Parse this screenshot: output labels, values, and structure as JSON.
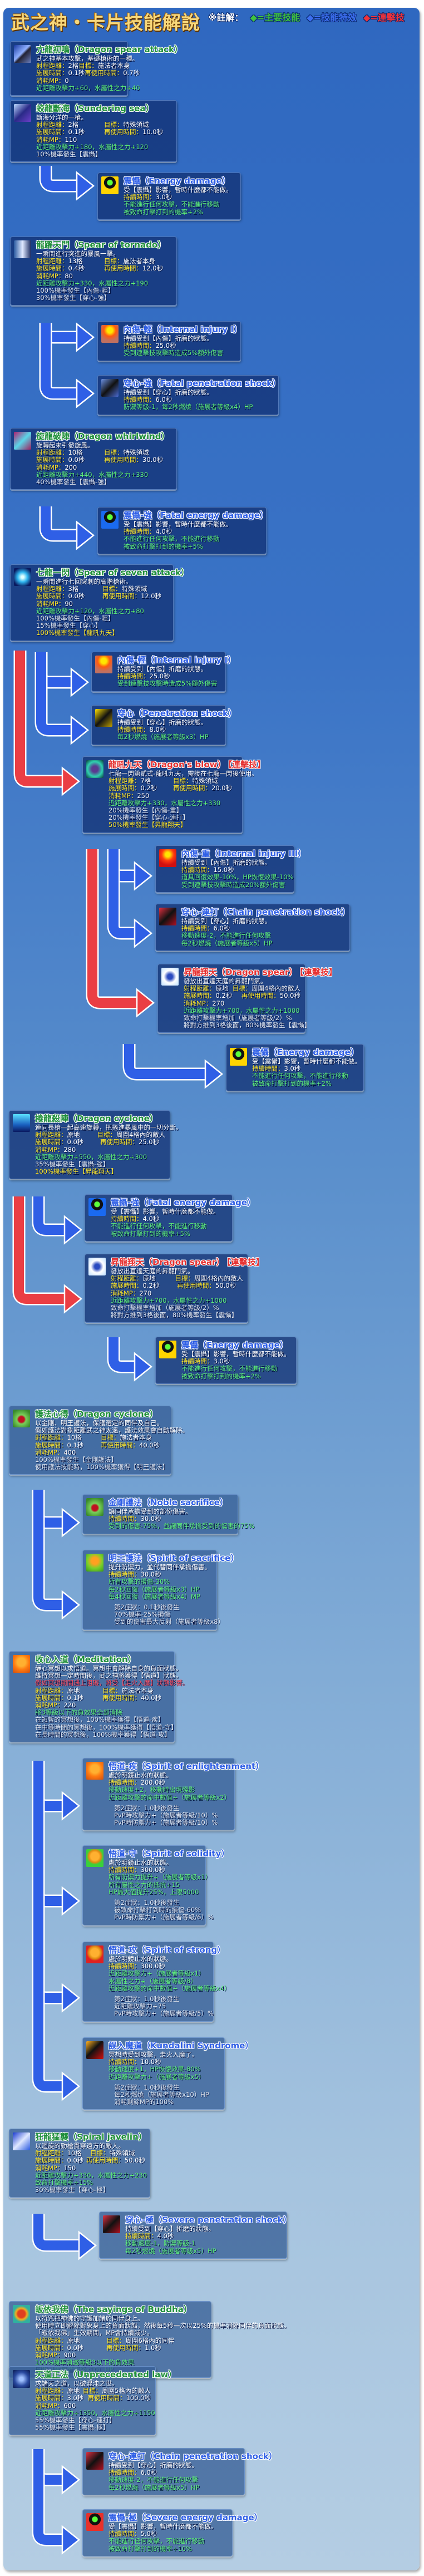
{
  "header": {
    "title": "武之神・卡片技能解說",
    "legend": {
      "prefix": "※註解：",
      "main": "◆=主要技能",
      "effect": "◆=技能特效",
      "combo": "◆=連擊技"
    }
  },
  "colors": {
    "main": "#1f8f3a",
    "effect": "#2f5fe6",
    "combo": "#e63030",
    "label": "#ffe82a",
    "bonus": "#5ff07a"
  },
  "labels": {
    "range": "射程距離：",
    "target": "目標：",
    "cast": "施展時間：",
    "cooldown": "再使用時間：",
    "mp": "消耗MP：",
    "duration": "持續時間："
  },
  "cards": [
    {
      "id": "c1",
      "type": "main",
      "icon": "dragon-spear-attack-icon",
      "title": "亢龍初鳴（Dragon spear attack）",
      "desc": [
        "武之神基本攻擊，基礎槍術的一種。"
      ],
      "range": "2格",
      "target": "施法者本身",
      "cast": "0.1秒",
      "cooldown": "0.7秒",
      "mp": "0",
      "bonus": [
        "近距離攻擊力+60，水屬性之力+40"
      ],
      "effects": []
    },
    {
      "id": "c2",
      "type": "main",
      "icon": "sundering-sea-icon",
      "title": "蛟龍斷海（Sundering sea）",
      "desc": [
        "斷海分洋的一槍。"
      ],
      "range": "2格",
      "target": "特殊領域",
      "cast": "0.1秒",
      "cooldown": "10.0秒",
      "mp": "110",
      "bonus": [
        "近距離攻擊力+180，水屬性之力+120"
      ],
      "effects": [
        "10%機率發生【震懾】"
      ]
    },
    {
      "id": "c3",
      "type": "effect",
      "icon": "energy-damage-icon",
      "title": "震懾（Energy damage）",
      "desc": [
        "受【震懾】影響，暫時什麼都不能做。"
      ],
      "duration": "3.0秒",
      "bonus": [
        "不能進行任何攻擊，不能進行移動",
        "被致命打擊打到的機率+2%"
      ]
    },
    {
      "id": "c4",
      "type": "main",
      "icon": "spear-of-tornado-icon",
      "title": "龍躍天門（Spear of tornado）",
      "desc": [
        "一瞬間進行突進的暴風一擊。"
      ],
      "range": "13格",
      "target": "施法者本身",
      "cast": "0.4秒",
      "cooldown": "12.0秒",
      "mp": "80",
      "bonus": [
        "近距離攻擊力+330，水屬性之力+190"
      ],
      "effects": [
        "100%機率發生【內傷-輕】",
        "30%機率發生【穿心-強】"
      ]
    },
    {
      "id": "c5",
      "type": "effect",
      "icon": "internal-injury-icon",
      "title": "內傷-輕（Internal injury I）",
      "desc": [
        "持續受到【內傷】折磨的狀態。"
      ],
      "duration": "25.0秒",
      "bonus": [
        "受到連擊技攻擊時造成5%額外傷害"
      ]
    },
    {
      "id": "c6",
      "type": "effect",
      "icon": "fatal-penetration-icon",
      "title": "穿心-強（Fatal penetration shock）",
      "desc": [
        "持續受到【穿心】折磨的狀態。"
      ],
      "duration": "6.0秒",
      "bonus": [
        "防禦等級-1，每2秒燃燒（施展者等級x4）HP"
      ]
    },
    {
      "id": "c7",
      "type": "main",
      "icon": "dragon-whirlwind-icon",
      "title": "旋龍破陣（Dragon whirlwind）",
      "desc": [
        "旋轉起來引發旋風。"
      ],
      "range": "10格",
      "target": "特殊領域",
      "cast": "0.0秒",
      "cooldown": "30.0秒",
      "mp": "200",
      "bonus": [
        "近距離攻擊力+440，水屬性之力+330"
      ],
      "effects": [
        "40%機率發生【震懾-強】"
      ]
    },
    {
      "id": "c8",
      "type": "effect",
      "icon": "fatal-energy-damage-icon",
      "title": "震懾-強（Fatal energy damage）",
      "desc": [
        "受【震懾】影響，暫時什麼都不能做。"
      ],
      "duration": "4.0秒",
      "bonus": [
        "不能進行任何攻擊，不能進行移動",
        "被致命打擊打到的機率+5%"
      ]
    },
    {
      "id": "c9",
      "type": "main",
      "icon": "spear-of-seven-icon",
      "title": "七龍一閃（Spear of seven attack）",
      "desc": [
        "一瞬間進行七回突刺的高階槍術。"
      ],
      "range": "3格",
      "target": "特殊領域",
      "cast": "0.0秒",
      "cooldown": "12.0秒",
      "mp": "90",
      "bonus": [
        "近距離攻擊力+120，水屬性之力+80"
      ],
      "effects": [
        "100%機率發生【內傷-輕】",
        "15%機率發生【穿心】"
      ],
      "combo_effects": [
        "100%機率發生【龍吼九天】"
      ]
    },
    {
      "id": "c10",
      "type": "effect",
      "icon": "internal-injury-icon",
      "title": "內傷-輕（Internal injury I）",
      "desc": [
        "持續受到【內傷】折磨的狀態。"
      ],
      "duration": "25.0秒",
      "bonus": [
        "受到連擊技攻擊時造成5%額外傷害"
      ]
    },
    {
      "id": "c11",
      "type": "effect",
      "icon": "penetration-shock-icon",
      "title": "穿心（Penetration shock）",
      "desc": [
        "持續受到【穿心】折磨的狀態。"
      ],
      "duration": "8.0秒",
      "bonus": [
        "每2秒燃燒（施展者等級x3）HP"
      ]
    },
    {
      "id": "c12",
      "type": "combo",
      "icon": "dragons-blow-icon",
      "title": "龍吼九天（Dragon's blow）",
      "tag": "【連擊技】",
      "desc": [
        "七龍一閃第貳式-龍吼九天，需接在七龍一閃後使用。"
      ],
      "range": "7格",
      "target": "特殊領域",
      "cast": "0.2秒",
      "cooldown": "20.0秒",
      "mp": "250",
      "bonus": [
        "近距離攻擊力+330，水屬性之力+330"
      ],
      "effects": [
        "20%機率發生【內傷-重】",
        "20%機率發生【穿心-連打】"
      ],
      "combo_effects": [
        "50%機率發生【昇龍翔天】"
      ]
    },
    {
      "id": "c13",
      "type": "effect",
      "icon": "internal-injury-3-icon",
      "title": "內傷-重（Internal injury III）",
      "desc": [
        "持續受到【內傷】折磨的狀態。"
      ],
      "duration": "15.0秒",
      "bonus": [
        "道具回復效果-10%，HP恢復效果-10%",
        "受到連擊技攻擊時造成20%額外傷害"
      ]
    },
    {
      "id": "c14",
      "type": "effect",
      "icon": "chain-penetration-icon",
      "title": "穿心-連打（Chain penetration shock）",
      "desc": [
        "持續受到【穿心】折磨的狀態。"
      ],
      "duration": "6.0秒",
      "bonus": [
        "移動速度-2，不能進行任何攻擊",
        "每2秒燃燒（施展者等級x5）HP"
      ]
    },
    {
      "id": "c15",
      "type": "combo",
      "icon": "dragon-spear-icon",
      "title": "昇龍翔天（Dragon spear）",
      "tag": "【連擊技】",
      "desc": [
        "發放出直達天庭的昇龍鬥氣。"
      ],
      "range": "原地",
      "target": "周圍4格內的敵人",
      "cast": "0.2秒",
      "cooldown": "50.0秒",
      "mp": "270",
      "bonus": [
        "近距離攻擊力+700，水屬性之力+1000"
      ],
      "effects": [
        "致命打擊機率增加（施展者等級/2）%",
        "將對方推到3格後面，80%機率發生【震懾】"
      ]
    },
    {
      "id": "c16",
      "type": "effect",
      "icon": "energy-damage-icon",
      "title": "震懾（Energy damage）",
      "desc": [
        "受【震懾】影響，暫時什麼都不能做。"
      ],
      "duration": "3.0秒",
      "bonus": [
        "不能進行任何攻擊，不能進行移動",
        "被致命打擊打到的機率+2%"
      ]
    },
    {
      "id": "c17",
      "type": "main",
      "icon": "dragon-cyclone-icon",
      "title": "捲龍殺陣（Dragon cyclone）",
      "desc": [
        "連同長槍一起高速旋轉，把捲進暴風中的一切分斷。"
      ],
      "range": "原地",
      "target": "周圍4格內的敵人",
      "cast": "0.0秒",
      "cooldown": "25.0秒",
      "mp": "280",
      "bonus": [
        "近距離攻擊力+550，水屬性之力+300"
      ],
      "effects": [
        "35%機率發生【震懾-強】"
      ],
      "combo_effects": [
        "100%機率發生【昇龍翔天】"
      ]
    },
    {
      "id": "c18",
      "type": "effect",
      "icon": "fatal-energy-damage-icon",
      "title": "震懾-強（Fatal energy damage）",
      "desc": [
        "受【震懾】影響，暫時什麼都不能做。"
      ],
      "duration": "4.0秒",
      "bonus": [
        "不能進行任何攻擊，不能進行移動",
        "被致命打擊打到的機率+5%"
      ]
    },
    {
      "id": "c19",
      "type": "combo",
      "icon": "dragon-spear-icon",
      "title": "昇龍翔天（Dragon spear）",
      "tag": "【連擊技】",
      "desc": [
        "發放出直達天庭的昇龍鬥氣。"
      ],
      "range": "原地",
      "target": "周圍4格內的敵人",
      "cast": "0.2秒",
      "cooldown": "50.0秒",
      "mp": "270",
      "bonus": [
        "近距離攻擊力+700，水屬性之力+1000"
      ],
      "effects": [
        "致命打擊機率增加（施展者等級/2）%",
        "將對方推到3格後面，80%機率發生【震懾】"
      ]
    },
    {
      "id": "c20",
      "type": "effect",
      "icon": "energy-damage-icon",
      "title": "震懾（Energy damage）",
      "desc": [
        "受【震懾】影響，暫時什麼都不能做。"
      ],
      "duration": "3.0秒",
      "bonus": [
        "不能進行任何攻擊，不能進行移動",
        "被致命打擊打到的機率+2%"
      ]
    },
    {
      "id": "c21",
      "type": "main",
      "icon": "protection-icon",
      "title": "護法心得（Dragon cyclone）",
      "desc": [
        "以金剛、明王護法，保護選定的同伴及自己。",
        "假如護法對象距離武之神太遠，護法效果會自動解除。"
      ],
      "range": "10格",
      "target": "施法者本身",
      "cast": "0.1秒",
      "cooldown": "40.0秒",
      "mp": "400",
      "bonus": [],
      "effects": [
        "100%機率發生【金剛護法】",
        "使用護法技能時，100%機率獲得【明王護法】"
      ]
    },
    {
      "id": "c22",
      "type": "effect",
      "icon": "noble-sacrifice-icon",
      "title": "金剛護法（Noble sacrifice）",
      "desc": [
        "讓同伴承擔受到的部份傷害。"
      ],
      "duration": "30.0秒",
      "bonus": [
        "受到的傷害-75%，並讓同伴承擔受到的傷害的75%"
      ]
    },
    {
      "id": "c23",
      "type": "effect",
      "icon": "spirit-of-sacrifice-icon",
      "title": "明王護法（Spirit of sacrifice）",
      "desc": [
        "提升防禦力，並代替同伴承擔傷害。"
      ],
      "duration": "30.0秒",
      "bonus": [
        "所有攻擊的損傷-30%",
        "每2秒回復（施展者等級x3）HP",
        "每4秒回復（施展者等級x4）MP"
      ],
      "sub": [
        "第2症狀：0.1秒後發生",
        "70%機率-25%損傷",
        "受到的傷害最大反射（施展者等級x8）"
      ]
    },
    {
      "id": "c24",
      "type": "main",
      "icon": "meditation-icon",
      "title": "收心入道（Meditation）",
      "desc": [
        "靜心冥想以求悟道。冥想中會解除自身的負面狀態。",
        "維持冥想一定時間後，武之神將獲得【悟道】狀態。"
      ],
      "warn": "假如冥想期間遇上阻礙，將受【走火入魔】狀態影響。",
      "range": "原地",
      "target": "施法者本身",
      "cast": "0.1秒",
      "cooldown": "40.0秒",
      "mp": "220",
      "bonus": [
        "將3等級以下的負效果全部消除"
      ],
      "effects": [
        "在短暫的冥想後，100%機率獲得【悟道-疾】",
        "在中等時間的冥想後，100%機率獲得【悟道-守】",
        "在長時間的冥想後，100%機率獲得【悟道-攻】"
      ]
    },
    {
      "id": "c25",
      "type": "effect",
      "icon": "spirit-of-enlightenment-icon",
      "title": "悟道-疾（Spirit of enlightenment）",
      "desc": [
        "處於明鏡止水的狀態。"
      ],
      "duration": "200.0秒",
      "bonus": [
        "移動速度+2，移動時出現殘影",
        "近距離攻擊的命中數值+（施展者等級x2）"
      ],
      "sub": [
        "第2症狀：1.0秒後發生",
        "PvP時攻擊力+（施展者等級/10）%",
        "PvP時防禦力+（施展者等級/10）%"
      ]
    },
    {
      "id": "c26",
      "type": "effect",
      "icon": "spirit-of-solidity-icon",
      "title": "悟道-守（Spirit of solidity）",
      "desc": [
        "處於明鏡止水的狀態。"
      ],
      "duration": "300.0秒",
      "bonus": [
        "所有防禦力提升+（施展者等級x1）",
        "所有屬性之力的抵抗+15",
        "HP最大值提升25%，上限5000"
      ],
      "sub": [
        "第2症狀：1.0秒後發生",
        "被致命打擊打到時的損傷-60%",
        "PvP時防禦力+（施展者等級/6）%"
      ]
    },
    {
      "id": "c27",
      "type": "effect",
      "icon": "spirit-of-strong-icon",
      "title": "悟道-攻（Spirit of strong）",
      "desc": [
        "處於明鏡止水的狀態。"
      ],
      "duration": "300.0秒",
      "bonus": [
        "近距離攻擊力+（施展者等級x1）",
        "水屬性之力+（施展者等級/8）",
        "近距離攻擊的命中數值+（施展者等級x4）"
      ],
      "sub": [
        "第2症狀：1.0秒後發生",
        "近距離攻擊力+75",
        "PvP時攻擊力+（施展者等級/5）%"
      ]
    },
    {
      "id": "c28",
      "type": "effect",
      "icon": "kundalini-syndrome-icon",
      "title": "誤入魔道（Kundalini Syndrome）",
      "desc": [
        "冥想時受到攻擊，走火入魔了。"
      ],
      "duration": "10.0秒",
      "bonus": [
        "移動速度+1，HP恢復效果-80%",
        "近距離攻擊力+（施展者等級x5）"
      ],
      "sub": [
        "第2症狀：1.0秒後發生",
        "每2秒燃燒（施展者等級x10）HP",
        "消耗剩餘MP的100%"
      ]
    },
    {
      "id": "c29",
      "type": "main",
      "icon": "spiral-javelin-icon",
      "title": "狂龍猛襲（Spiral javelin）",
      "desc": [
        "以迴旋的勁槍貫穿遠方的敵人。"
      ],
      "range": "10格",
      "target": "特殊領域",
      "cast": "0.0秒",
      "cooldown": "50.0秒",
      "mp": "150",
      "bonus": [
        "近距離攻擊力+330，水屬性之力+230",
        "致命打擊機率+15%"
      ],
      "effects": [
        "30%機率發生【穿心-極】"
      ]
    },
    {
      "id": "c30",
      "type": "effect",
      "icon": "severe-penetration-icon",
      "title": "穿心-極（Severe penetration shock）",
      "desc": [
        "持續受到【穿心】折磨的狀態。"
      ],
      "duration": "4.0秒",
      "bonus": [
        "移動速度-1，防禦等級-1",
        "每2秒燃燒（施展者等級x5）HP"
      ]
    },
    {
      "id": "c31",
      "type": "main",
      "icon": "sayings-of-buddha-icon",
      "title": "皈依我佛（The sayings of Buddha）",
      "desc": [
        "以符咒把神佛的守護加諸於同伴身上。",
        "使用時立即解除對象身上的負面狀態，然後每5秒一次以25%的機率消除同伴的負面狀態。",
        "「皈依我佛」生效期間，MP會持續減少。"
      ],
      "range": "原地",
      "target": "周圍6格內的同伴",
      "cast": "0.0秒",
      "cooldown": "1.0秒",
      "mp": "900",
      "bonus": [
        "100%機率消滅等級3以下的負效果",
        "回復（施展者等級x10）HP"
      ],
      "effects": []
    },
    {
      "id": "c32",
      "type": "main",
      "icon": "unprecedented-law-icon",
      "title": "天道正法（Unprecedented law）",
      "desc": [
        "求諸天之道，以破混沌之世。"
      ],
      "range": "原地",
      "target": "周圍5格內的敵人",
      "cast": "3.0秒",
      "cooldown": "100.0秒",
      "mp": "600",
      "bonus": [
        "近距離攻擊力+1350，水屬性之力+1150"
      ],
      "effects": [
        "55%機率發生【穿心-連打】",
        "55%機率發生【震懾-極】"
      ]
    },
    {
      "id": "c33",
      "type": "effect",
      "icon": "chain-penetration-icon",
      "title": "穿心-連打（Chain penetration shock）",
      "desc": [
        "持續受到【穿心】折磨的狀態。"
      ],
      "duration": "6.0秒",
      "bonus": [
        "移動速度-2，不能進行任何攻擊",
        "每2秒燃燒（施展者等級x5）HP"
      ]
    },
    {
      "id": "c34",
      "type": "effect",
      "icon": "severe-energy-damage-icon",
      "title": "震懾-極（Severe energy damage）",
      "desc": [
        "受【震懾】影響，暫時什麼都不能做。"
      ],
      "duration": "5.0秒",
      "bonus": [
        "不能進行任何攻擊，不能進行移動",
        "被致命打擊打到的機率+10%"
      ]
    }
  ]
}
